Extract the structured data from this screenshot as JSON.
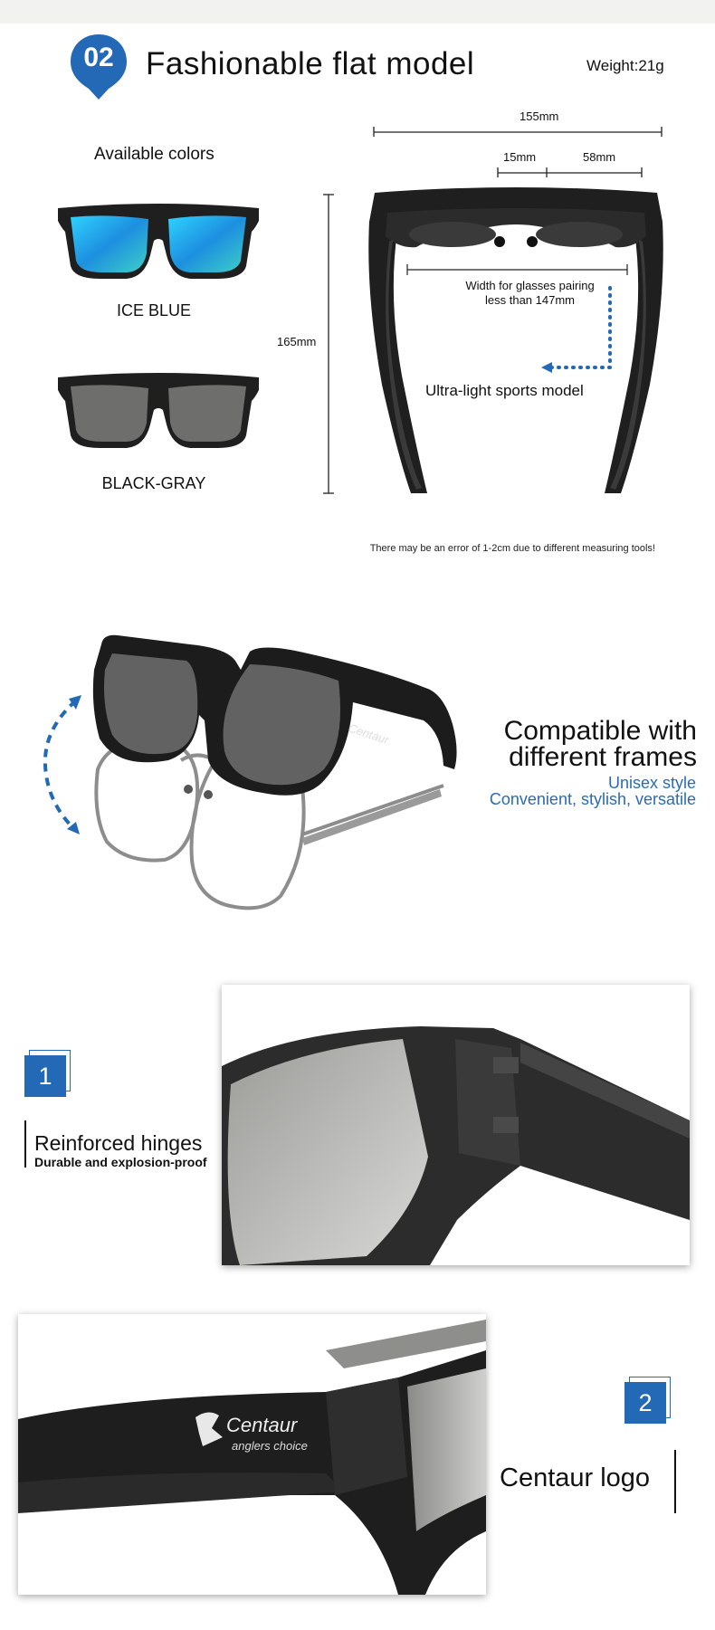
{
  "header": {
    "badge_number": "02",
    "title": "Fashionable flat model",
    "weight": "Weight:21g"
  },
  "colors": {
    "heading": "Available colors",
    "items": [
      {
        "label": "ICE BLUE"
      },
      {
        "label": "BLACK-GRAY"
      }
    ]
  },
  "dimensions": {
    "total_width": "155mm",
    "bridge": "15mm",
    "lens": "58mm",
    "height": "165mm",
    "pairing_line1": "Width for glasses pairing",
    "pairing_line2": "less than 147mm",
    "model_label": "Ultra-light sports model",
    "note": "There may be an error of 1-2cm due to different measuring tools!"
  },
  "compatibility": {
    "title_line1": "Compatible with",
    "title_line2": "different frames",
    "sub_line1": "Unisex style",
    "sub_line2": "Convenient, stylish, versatile"
  },
  "features": [
    {
      "number": "1",
      "title": "Reinforced hinges",
      "subtitle": "Durable and explosion-proof"
    },
    {
      "number": "2",
      "title": "Centaur logo"
    }
  ],
  "brand": {
    "name": "Centaur",
    "tagline": "anglers choice"
  },
  "theme": {
    "accent": "#2a6bb3",
    "badge": "#2369b5",
    "frame": "#1f1f1f"
  }
}
